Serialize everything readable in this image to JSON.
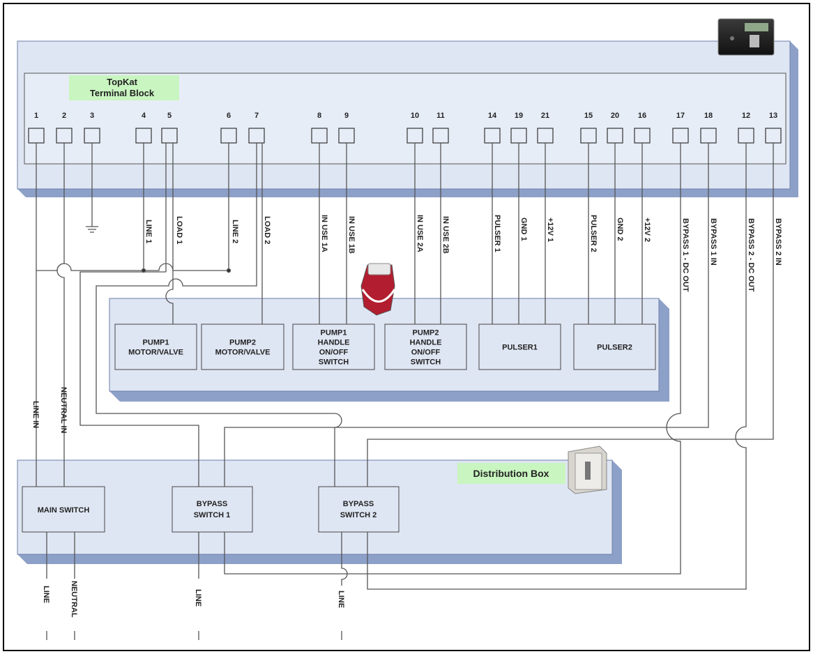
{
  "terminal_block": {
    "title_line1": "TopKat",
    "title_line2": "Terminal Block",
    "terminals": [
      {
        "num": "1",
        "signal": ""
      },
      {
        "num": "2",
        "signal": ""
      },
      {
        "num": "3",
        "signal": ""
      },
      {
        "num": "4",
        "signal": "LINE 1"
      },
      {
        "num": "5",
        "signal": "LOAD 1"
      },
      {
        "num": "6",
        "signal": "LINE 2"
      },
      {
        "num": "7",
        "signal": "LOAD 2"
      },
      {
        "num": "8",
        "signal": "IN USE 1A"
      },
      {
        "num": "9",
        "signal": "IN USE 1B"
      },
      {
        "num": "10",
        "signal": "IN USE 2A"
      },
      {
        "num": "11",
        "signal": "IN USE 2B"
      },
      {
        "num": "14",
        "signal": "PULSER 1"
      },
      {
        "num": "19",
        "signal": "GND 1"
      },
      {
        "num": "21",
        "signal": "+12V 1"
      },
      {
        "num": "15",
        "signal": "PULSER 2"
      },
      {
        "num": "20",
        "signal": "GND 2"
      },
      {
        "num": "16",
        "signal": "+12V 2"
      },
      {
        "num": "17",
        "signal": "BYPASS 1 - DC OUT"
      },
      {
        "num": "18",
        "signal": "BYPASS 1 IN"
      },
      {
        "num": "12",
        "signal": "BYPASS 2 - DC OUT"
      },
      {
        "num": "13",
        "signal": "BYPASS 2 IN"
      }
    ]
  },
  "pump": {
    "boxes": [
      {
        "line1": "PUMP1",
        "line2": "MOTOR/VALVE",
        "line3": "",
        "line4": ""
      },
      {
        "line1": "PUMP2",
        "line2": "MOTOR/VALVE",
        "line3": "",
        "line4": ""
      },
      {
        "line1": "PUMP1",
        "line2": "HANDLE",
        "line3": "ON/OFF",
        "line4": "SWITCH"
      },
      {
        "line1": "PUMP2",
        "line2": "HANDLE",
        "line3": "ON/OFF",
        "line4": "SWITCH"
      },
      {
        "line1": "PULSER1",
        "line2": "",
        "line3": "",
        "line4": ""
      },
      {
        "line1": "PULSER2",
        "line2": "",
        "line3": "",
        "line4": ""
      }
    ]
  },
  "distribution": {
    "title": "Distribution Box",
    "main_switch": "MAIN SWITCH",
    "bypass1_line1": "BYPASS",
    "bypass1_line2": "SWITCH 1",
    "bypass2_line1": "BYPASS",
    "bypass2_line2": "SWITCH 2"
  },
  "wire_labels": {
    "line_in": "LINE IN",
    "neutral_in": "NEUTRAL IN",
    "line_a": "LINE",
    "neutral_out": "NEUTRAL",
    "line_b": "LINE",
    "line_c": "LINE"
  },
  "colors": {
    "panel_fill": "#dfe6f3",
    "panel_border": "#6b7fa8",
    "panel_shadow": "#8da0c8",
    "label_highlight": "#c9f5c0",
    "wire": "#555555"
  }
}
